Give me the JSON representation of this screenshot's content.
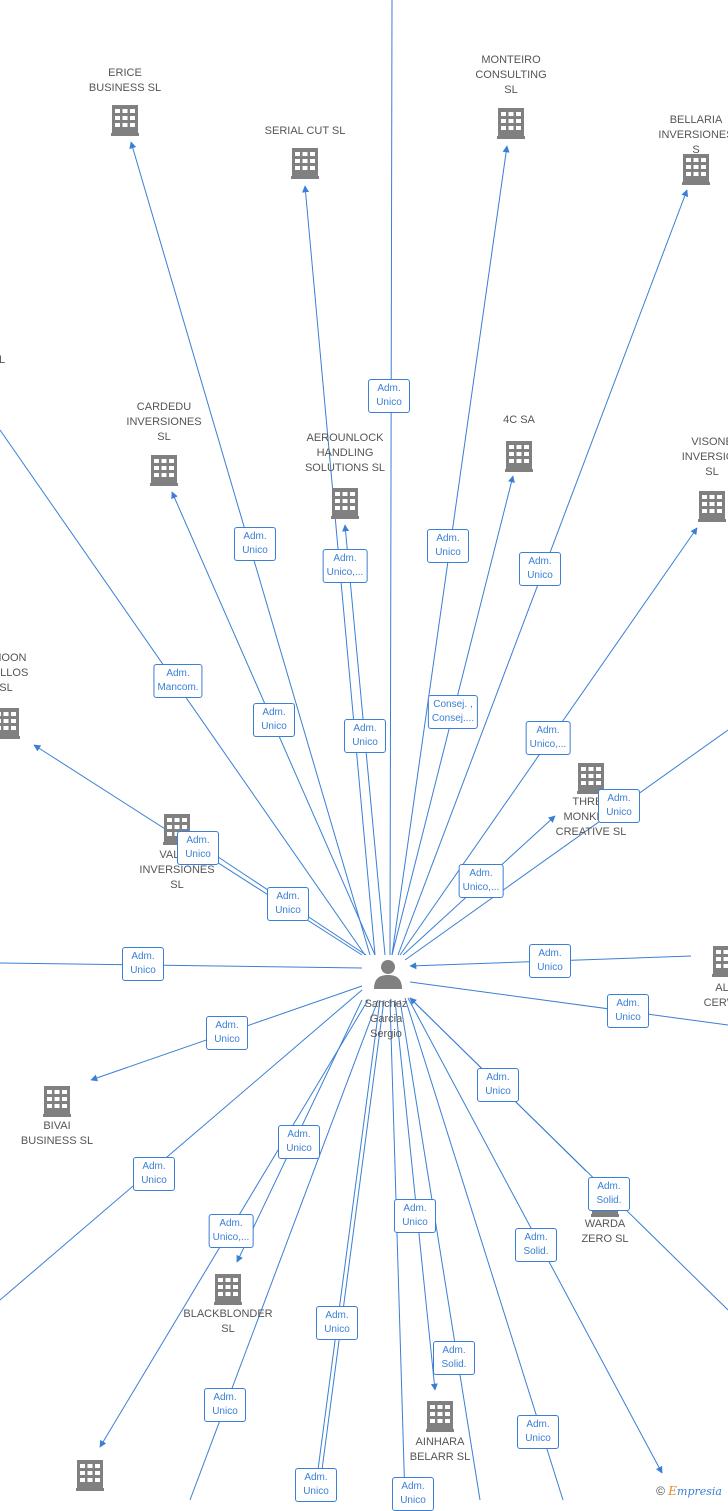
{
  "center": {
    "name": "Sanchez\nGarcia\nSergio",
    "icon": "person-icon"
  },
  "colors": {
    "edge": "#3a7fd5",
    "node": "#808080",
    "text": "#555555",
    "brand": "#e58a1f"
  },
  "companies": [
    {
      "id": "erice",
      "label": "ERICE\nBUSINESS SL",
      "icon": "building-icon"
    },
    {
      "id": "serial",
      "label": "SERIAL CUT  SL",
      "icon": "building-icon"
    },
    {
      "id": "monteiro",
      "label": "MONTEIRO\nCONSULTING\nSL",
      "icon": "building-icon"
    },
    {
      "id": "bellaria",
      "label": "BELLARIA\nINVERSIONES S",
      "icon": "building-icon"
    },
    {
      "id": "cardedu",
      "label": "CARDEDU\nINVERSIONES\nSL",
      "icon": "building-icon"
    },
    {
      "id": "aerounlock",
      "label": "AEROUNLOCK\nHANDLING\nSOLUTIONS  SL",
      "icon": "building-icon"
    },
    {
      "id": "4csa",
      "label": "4C SA",
      "icon": "building-icon"
    },
    {
      "id": "visone",
      "label": "VISONE\nINVERSION\nSL",
      "icon": "building-icon"
    },
    {
      "id": "l_partial",
      "label": "L",
      "icon": ""
    },
    {
      "id": "moon",
      "label": "TMOON\nROLLOS\nSL",
      "icon": "building-icon"
    },
    {
      "id": "three",
      "label": "THREE\nMONKEYS\nCREATIVE  SL",
      "icon": "building-icon"
    },
    {
      "id": "valda",
      "label": "VALDA\nINVERSIONES\nSL",
      "icon": "building-icon"
    },
    {
      "id": "alu",
      "label": "ALU\nCERVAN",
      "icon": "building-icon"
    },
    {
      "id": "bivai",
      "label": "BIVAI\nBUSINESS  SL",
      "icon": "building-icon"
    },
    {
      "id": "warda",
      "label": "WARDA\nZERO  SL",
      "icon": "building-icon"
    },
    {
      "id": "blackblonder",
      "label": "BLACKBLONDER\nSL",
      "icon": "building-icon"
    },
    {
      "id": "ainhara",
      "label": "AINHARA\nBELARR  SL",
      "icon": "building-icon"
    },
    {
      "id": "bottomleft",
      "label": "",
      "icon": "building-icon"
    }
  ],
  "relations": [
    {
      "label": "Adm.\nUnico"
    },
    {
      "label": "Adm.\nUnico"
    },
    {
      "label": "Adm.\nUnico"
    },
    {
      "label": "Adm.\nUnico"
    },
    {
      "label": "Adm.\nUnico,..."
    },
    {
      "label": "Adm.\nMancom."
    },
    {
      "label": "Adm.\nUnico"
    },
    {
      "label": "Adm.\nUnico"
    },
    {
      "label": "Consej. ,\nConsej...."
    },
    {
      "label": "Adm.\nUnico,..."
    },
    {
      "label": "Adm.\nUnico"
    },
    {
      "label": "Adm.\nUnico"
    },
    {
      "label": "Adm.\nUnico"
    },
    {
      "label": "Adm.\nUnico,..."
    },
    {
      "label": "Adm.\nUnico"
    },
    {
      "label": "Adm.\nUnico"
    },
    {
      "label": "Adm.\nUnico"
    },
    {
      "label": "Adm.\nUnico"
    },
    {
      "label": "Adm.\nUnico"
    },
    {
      "label": "Adm.\nUnico"
    },
    {
      "label": "Adm.\nUnico,..."
    },
    {
      "label": "Adm.\nUnico"
    },
    {
      "label": "Adm.\nSolid."
    },
    {
      "label": "Adm.\nUnico"
    },
    {
      "label": "Adm.\nSolid."
    },
    {
      "label": "Adm.\nUnico"
    },
    {
      "label": "Adm.\nSolid."
    },
    {
      "label": "Adm.\nUnico"
    },
    {
      "label": "Adm.\nUnico"
    },
    {
      "label": "Adm.\nUnico"
    },
    {
      "label": "Adm.\nUnico"
    },
    {
      "label": "Adm.\nUnico"
    },
    {
      "label": "Adm.\nUnico"
    }
  ],
  "footer": {
    "copyright_symbol": "©",
    "brand_initial": "E",
    "brand_rest": "mpresia"
  }
}
